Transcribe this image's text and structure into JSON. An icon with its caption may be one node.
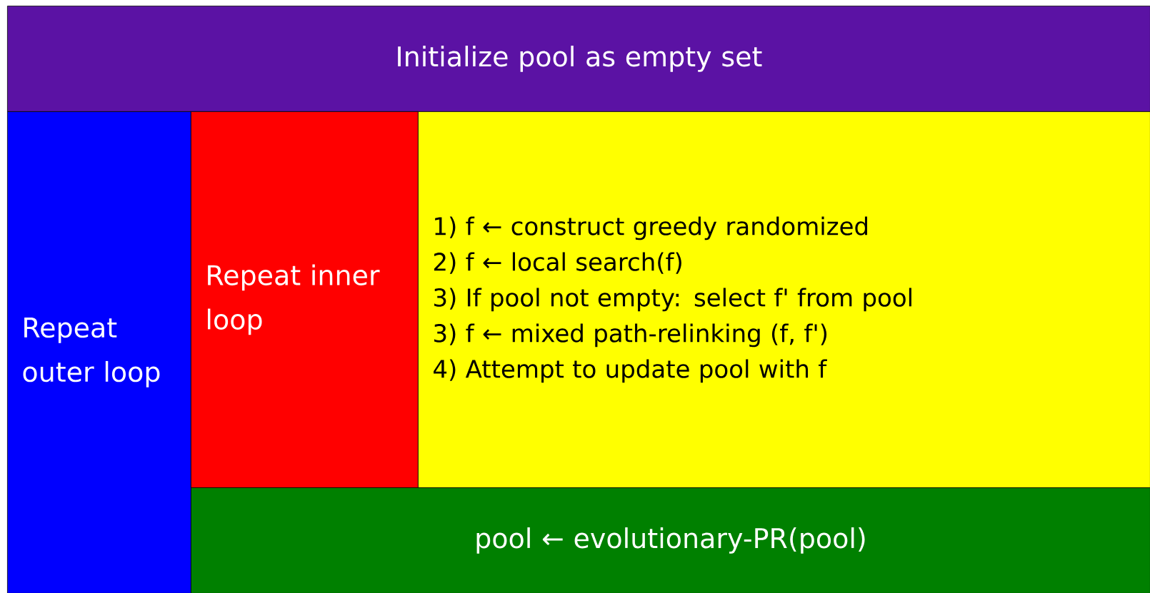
{
  "diagram": {
    "nodes": [
      {
        "text": [
          "Initialize pool as empty set"
        ]
      },
      {
        "text": [
          "Repeat outer loop"
        ]
      },
      {
        "text": [
          "Repeat inner loop"
        ]
      },
      {
        "text": [
          "1) f ← construct greedy randomized",
          "2) f ← local search(f)",
          "3) If pool not empty: select f' from pool",
          "3) f ← mixed path-relinking (f, f')",
          "4) Attempt to update pool with f"
        ]
      },
      {
        "text": [
          "pool ← evolutionary-PR(pool)"
        ]
      }
    ]
  }
}
